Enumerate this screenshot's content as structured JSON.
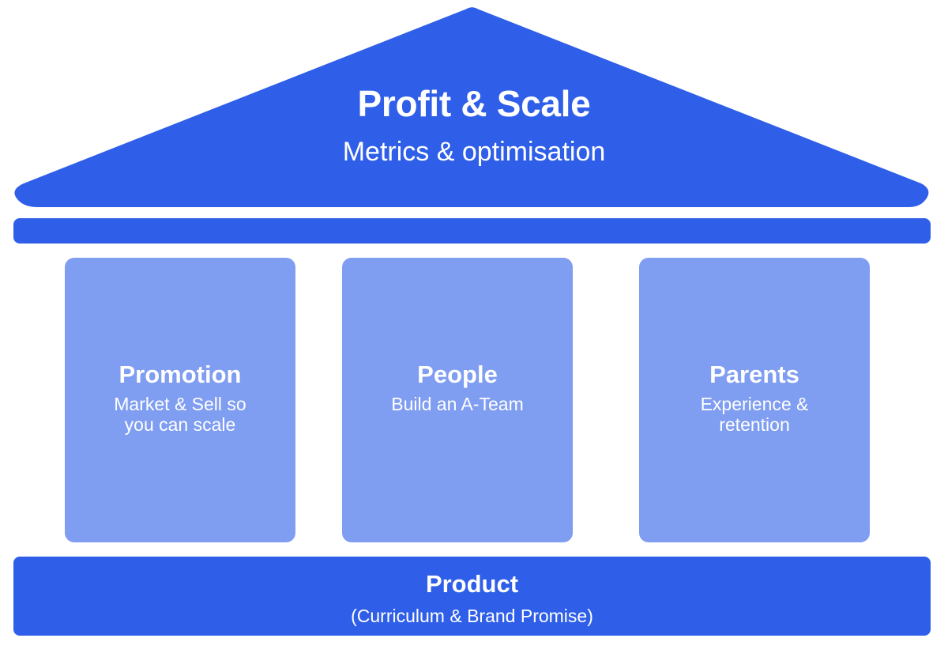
{
  "colors": {
    "primary": "#2F5FE8",
    "pillar": "#7F9DF1",
    "text": "#FFFFFF",
    "background": "#FFFFFF"
  },
  "roof": {
    "title": "Profit & Scale",
    "subtitle": "Metrics & optimisation"
  },
  "pillars": [
    {
      "title": "Promotion",
      "description": "Market & Sell so you can scale"
    },
    {
      "title": "People",
      "description": "Build an A-Team"
    },
    {
      "title": "Parents",
      "description": "Experience & retention"
    }
  ],
  "foundation": {
    "title": "Product",
    "description": "(Curriculum & Brand Promise)"
  }
}
